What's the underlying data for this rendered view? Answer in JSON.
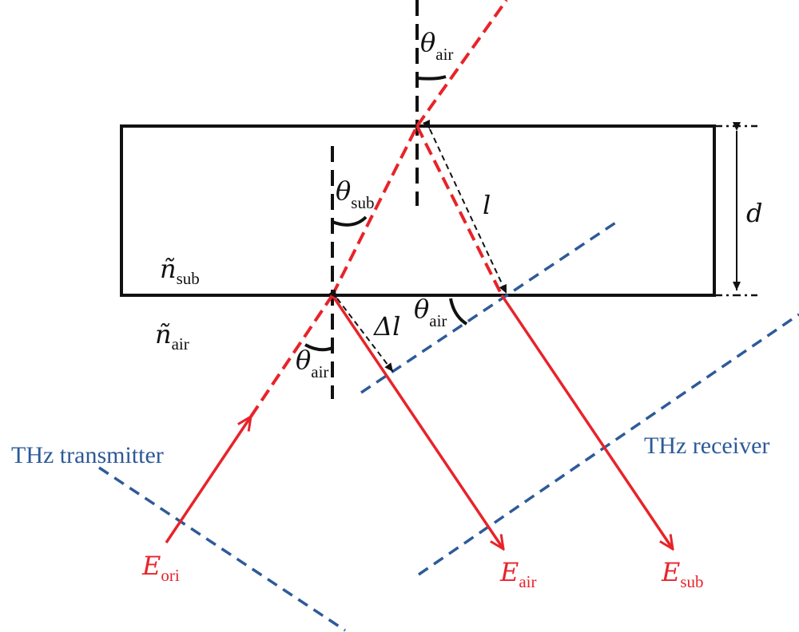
{
  "labels": {
    "theta_symbol": "θ",
    "air_subscript": "air",
    "sub_subscript": "sub",
    "ori_subscript": "ori",
    "n_symbol": "ñ",
    "length_l": "l",
    "delta_l": "Δl",
    "thickness_d": "d",
    "e_symbol": "E"
  },
  "captions": {
    "transmitter": "THz transmitter",
    "receiver": "THz receiver"
  },
  "colors": {
    "ray": "#e8232a",
    "wavefront": "#2d5a99",
    "outline": "#111111",
    "caption": "#2d5a99"
  }
}
